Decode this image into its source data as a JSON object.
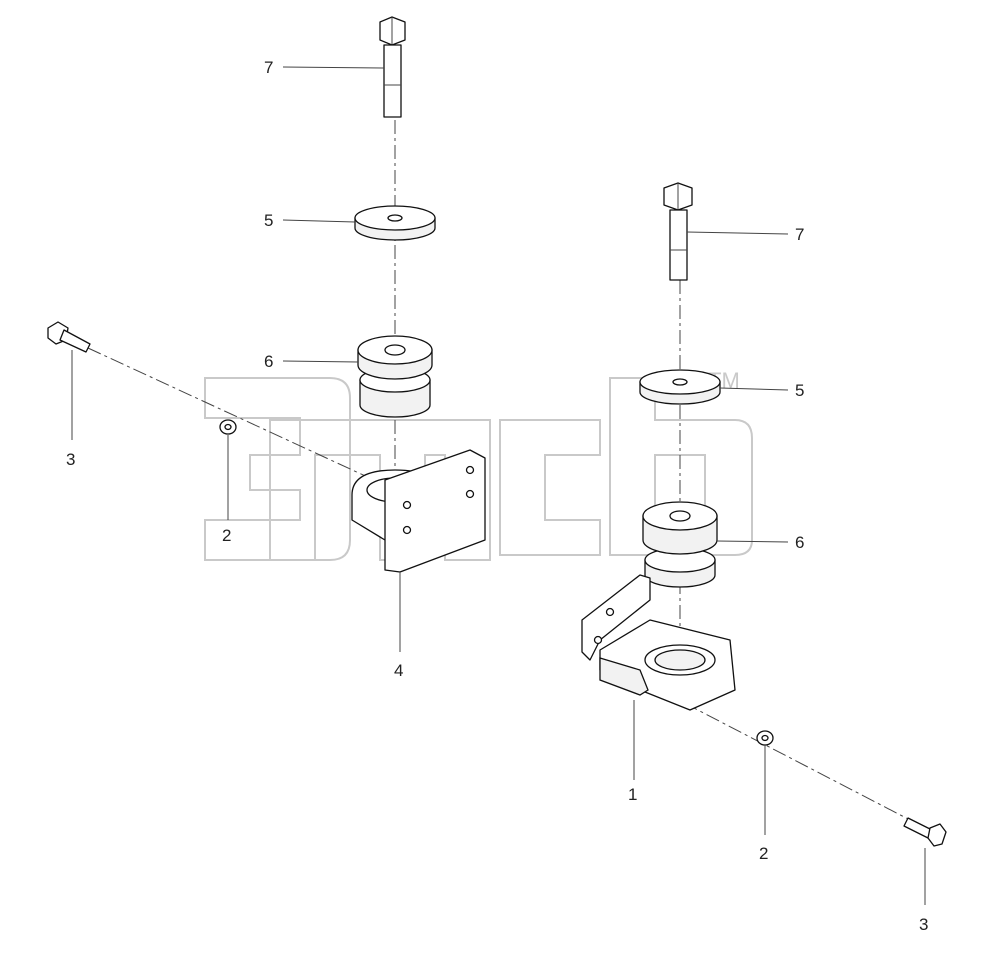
{
  "watermark": {
    "tm": "TM"
  },
  "callouts": [
    {
      "id": "c7a",
      "text": "7"
    },
    {
      "id": "c5a",
      "text": "5"
    },
    {
      "id": "c6a",
      "text": "6"
    },
    {
      "id": "c3a",
      "text": "3"
    },
    {
      "id": "c2a",
      "text": "2"
    },
    {
      "id": "c4",
      "text": "4"
    },
    {
      "id": "c7b",
      "text": "7"
    },
    {
      "id": "c5b",
      "text": "5"
    },
    {
      "id": "c6b",
      "text": "6"
    },
    {
      "id": "c1",
      "text": "1"
    },
    {
      "id": "c2b",
      "text": "2"
    },
    {
      "id": "c3b",
      "text": "3"
    }
  ]
}
